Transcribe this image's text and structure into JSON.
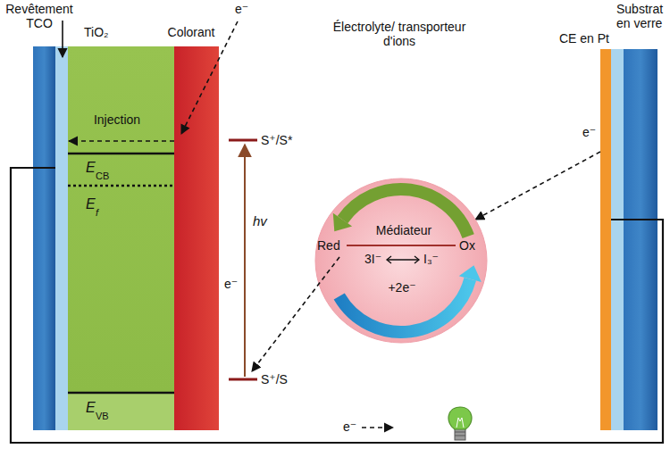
{
  "diagram": {
    "nodes": [
      {
        "text": [
          "Revêtement TCO"
        ]
      },
      {
        "text": [
          "TiO₂",
          "Injection"
        ]
      },
      {
        "text": [
          "Colorant"
        ]
      },
      {
        "text": [
          "Électrolyte/ transporteur d'ions",
          "Red",
          "Médiateur",
          "Ox",
          "3I⁻",
          "I₃⁻",
          "+2e⁻"
        ]
      },
      {
        "text": [
          "Substrat en verre"
        ]
      },
      {
        "text": [
          "CE en Pt"
        ]
      }
    ],
    "edges": [
      {
        "from": 2,
        "to": 1,
        "arrow": "to"
      },
      {
        "from": 5,
        "to": 3,
        "label": "e⁻",
        "arrow": "to"
      },
      {
        "from": 0,
        "to": 5,
        "label": "e⁻",
        "arrow": "none"
      }
    ],
    "labels": [
      "e⁻",
      "S⁺/S*",
      "E",
      "CB",
      "E",
      "f",
      "hv",
      "e⁻",
      "S⁺/S",
      "E",
      "VB"
    ]
  }
}
